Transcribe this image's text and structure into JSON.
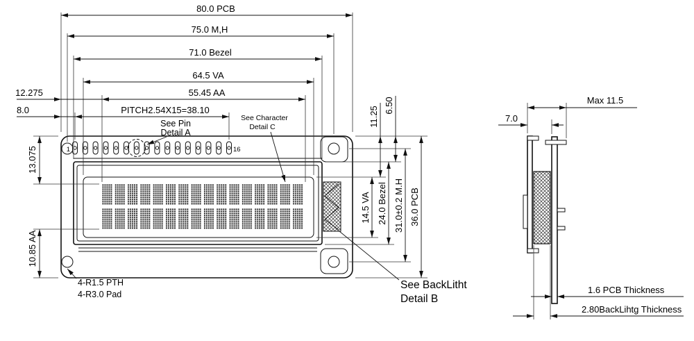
{
  "front": {
    "dims_top": {
      "pcb_width": "80.0 PCB",
      "mounting_width": "75.0 M,H",
      "bezel_width": "71.0 Bezel",
      "va_width": "64.5  VA",
      "aa_width": "55.45 AA",
      "edge_to_aa": "12.275",
      "edge_to_pin1": "8.0",
      "pin_pitch": "PITCH2.54X15=38.10"
    },
    "dims_left": {
      "top_to_aa": "13.075",
      "aa_to_bottom": "10.85 AA"
    },
    "dims_right": {
      "top_to_bezel": "6.50",
      "top_to_va": "11.25",
      "va_height": "14.5 VA",
      "bezel_height": "24.0 Bezel",
      "mounting_height": "31.0±0.2 M.H",
      "pcb_height": "36.0 PCB"
    },
    "pins": {
      "first": "1",
      "last": "16"
    },
    "notes": {
      "pin_detail_line1": "See Pin",
      "pin_detail_line2": "Detail A",
      "char_detail_line1": "See Character",
      "char_detail_line2": "Detail C",
      "hole_line1": "4-R1.5 PTH",
      "hole_line2": "4-R3.0 Pad",
      "backlight_line1": "See BackLitht",
      "backlight_line2": "Detail B"
    }
  },
  "side": {
    "max_thickness": "Max 11.5",
    "bezel_offset": "7.0",
    "pcb_thickness": "1.6 PCB Thickness",
    "backlight_thickness": "2.80BackLihtg Thickness"
  }
}
